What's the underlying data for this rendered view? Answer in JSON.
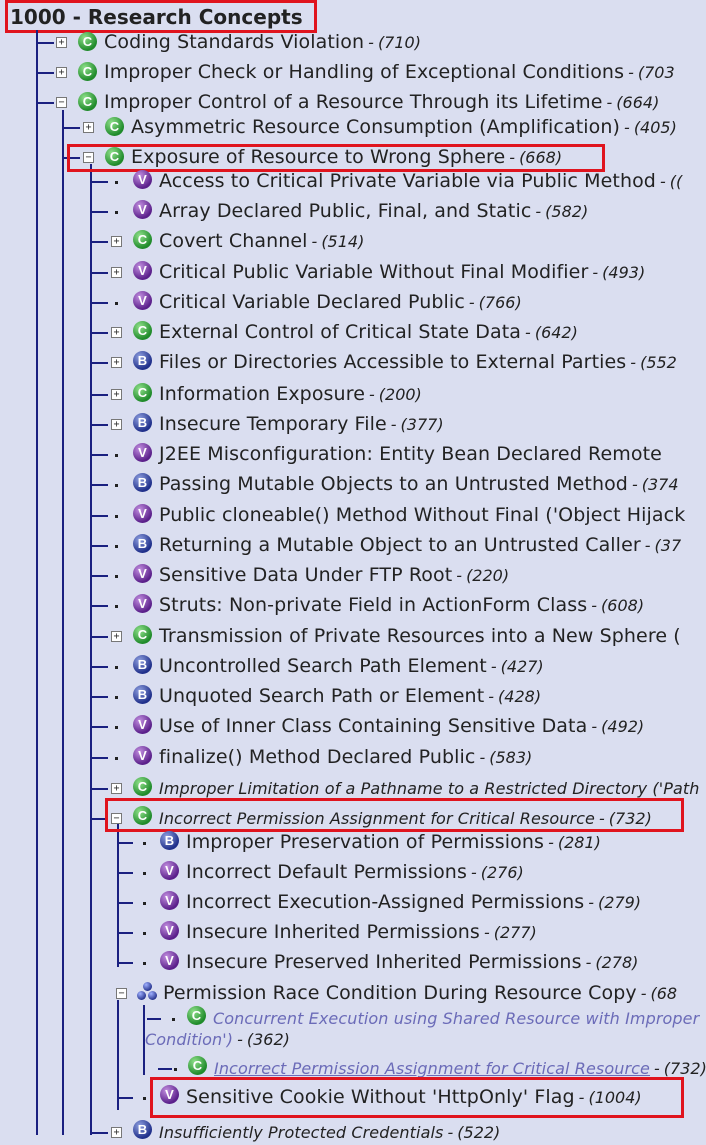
{
  "title": "1000 - Research Concepts",
  "items": {
    "coding": {
      "label": "Coding Standards Violation",
      "count": "(710)"
    },
    "exceptional": {
      "label": "Improper Check or Handling of Exceptional Conditions",
      "count": "(703"
    },
    "lifetime": {
      "label": "Improper Control of a Resource Through its Lifetime",
      "count": "(664)"
    },
    "asym": {
      "label": "Asymmetric Resource Consumption (Amplification)",
      "count": "(405)"
    },
    "exposure": {
      "label": "Exposure of Resource to Wrong Sphere",
      "count": "(668)"
    },
    "access_priv": {
      "label": "Access to Critical Private Variable via Public Method",
      "count": "(("
    },
    "array_decl": {
      "label": "Array Declared Public, Final, and Static",
      "count": "(582)"
    },
    "covert": {
      "label": "Covert Channel",
      "count": "(514)"
    },
    "crit_pub": {
      "label": "Critical Public Variable Without Final Modifier",
      "count": "(493)"
    },
    "crit_var": {
      "label": "Critical Variable Declared Public",
      "count": "(766)"
    },
    "ext_ctrl": {
      "label": "External Control of Critical State Data",
      "count": "(642)"
    },
    "files_dirs": {
      "label": "Files or Directories Accessible to External Parties",
      "count": "(552"
    },
    "info_exp": {
      "label": "Information Exposure",
      "count": "(200)"
    },
    "insecure_tmp": {
      "label": "Insecure Temporary File",
      "count": "(377)"
    },
    "j2ee": {
      "label": "J2EE Misconfiguration: Entity Bean Declared Remote",
      "count": ""
    },
    "passing_mut": {
      "label": "Passing Mutable Objects to an Untrusted Method",
      "count": "(374"
    },
    "cloneable": {
      "label": "Public cloneable() Method Without Final ('Object Hijack",
      "count": ""
    },
    "returning_mut": {
      "label": "Returning a Mutable Object to an Untrusted Caller",
      "count": "(37"
    },
    "ftp": {
      "label": "Sensitive Data Under FTP Root",
      "count": "(220)"
    },
    "struts": {
      "label": "Struts: Non-private Field in ActionForm Class",
      "count": "(608)"
    },
    "transmission": {
      "label": "Transmission of Private Resources into a New Sphere (",
      "count": ""
    },
    "uncontrolled": {
      "label": "Uncontrolled Search Path Element",
      "count": "(427)"
    },
    "unquoted": {
      "label": "Unquoted Search Path or Element",
      "count": "(428)"
    },
    "inner_class": {
      "label": "Use of Inner Class Containing Sensitive Data",
      "count": "(492)"
    },
    "finalize": {
      "label": "finalize() Method Declared Public",
      "count": "(583)"
    },
    "pathname": {
      "label": "Improper Limitation of a Pathname to a Restricted Directory ('Path",
      "count": ""
    },
    "incorrect_perm": {
      "label": "Incorrect Permission Assignment for Critical Resource",
      "count": "(732)"
    },
    "preserve_perm": {
      "label": "Improper Preservation of Permissions",
      "count": "(281)"
    },
    "default_perm": {
      "label": "Incorrect Default Permissions",
      "count": "(276)"
    },
    "exec_perm": {
      "label": "Incorrect Execution-Assigned Permissions",
      "count": "(279)"
    },
    "inherited": {
      "label": "Insecure Inherited Permissions",
      "count": "(277)"
    },
    "preserved_inh": {
      "label": "Insecure Preserved Inherited Permissions",
      "count": "(278)"
    },
    "race": {
      "label": "Permission Race Condition During Resource Copy",
      "count": "(68"
    },
    "concurrent_a": {
      "label": "Concurrent Execution using Shared Resource with Improper"
    },
    "concurrent_b": {
      "label": "Condition')",
      "count": "(362)"
    },
    "incorrect_perm2": {
      "label": "Incorrect Permission Assignment for Critical Resource",
      "count": "(732)"
    },
    "cookie": {
      "label": "Sensitive Cookie Without 'HttpOnly' Flag",
      "count": "(1004)"
    },
    "insuff_cred": {
      "label": "Insufficiently Protected Credentials",
      "count": "(522)"
    }
  },
  "sep": "-",
  "toggle_plus": "+",
  "toggle_minus": "−",
  "badges": {
    "class": "C",
    "variant": "V",
    "base": "B"
  },
  "colors": {
    "highlight": "#e0141e",
    "tree_line": "#1a2080",
    "background": "#dadef0"
  }
}
